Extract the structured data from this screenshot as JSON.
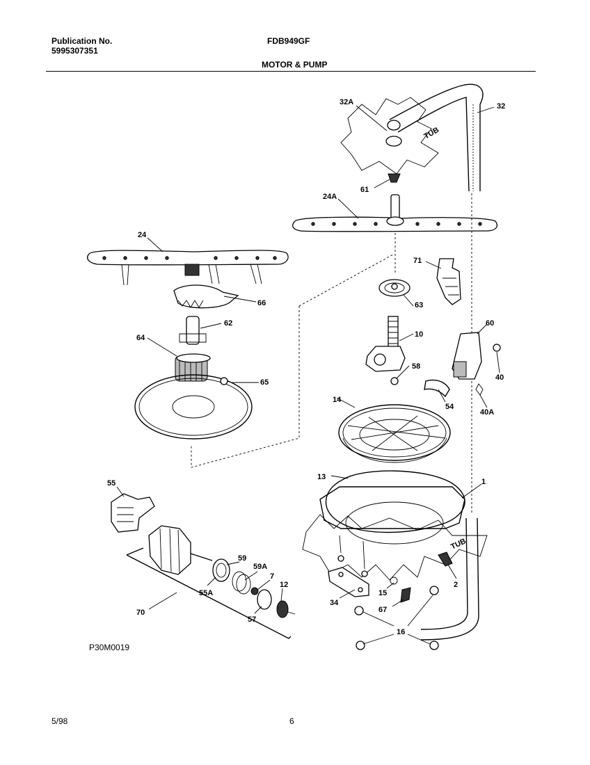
{
  "header": {
    "publication_label": "Publication No.",
    "publication_number": "5995307351",
    "model": "FDB949GF",
    "section_title": "MOTOR & PUMP"
  },
  "footer": {
    "diagram_code": "P30M0019",
    "date": "5/98",
    "page": "6"
  },
  "tub_label": "TUB",
  "callouts": {
    "c32A": "32A",
    "c32": "32",
    "c61": "61",
    "c24A": "24A",
    "c24": "24",
    "c71": "71",
    "c66": "66",
    "c63": "63",
    "c62": "62",
    "c10": "10",
    "c64": "64",
    "c60": "60",
    "c65": "65",
    "c58": "58",
    "c40": "40",
    "c14": "14",
    "c54": "54",
    "c40A": "40A",
    "c55": "55",
    "c13": "13",
    "c1": "1",
    "c59": "59",
    "c59A": "59A",
    "c7": "7",
    "c12": "12",
    "c55A": "55A",
    "c2": "2",
    "c34": "34",
    "c15": "15",
    "c70": "70",
    "c57": "57",
    "c67": "67",
    "c16": "16"
  }
}
